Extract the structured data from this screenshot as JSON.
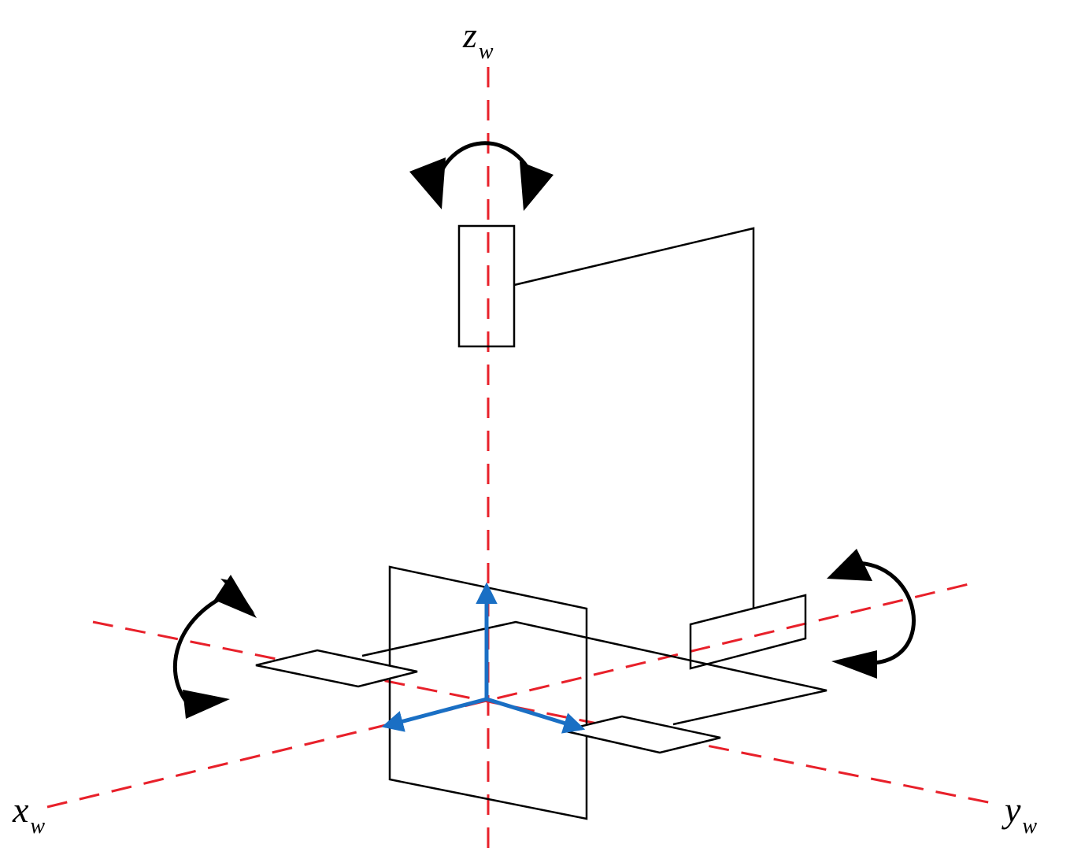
{
  "axes": {
    "x": {
      "main": "x",
      "sub": "w"
    },
    "y": {
      "main": "y",
      "sub": "w"
    },
    "z": {
      "main": "z",
      "sub": "w"
    }
  },
  "colors": {
    "axis_dashed": "#e8202a",
    "frame_arrows": "#1a6fc4",
    "outline": "#000000",
    "background": "#ffffff"
  },
  "icons": {
    "rotation_about_z": "curved-double-arrow-icon",
    "rotation_about_x": "curved-double-arrow-icon",
    "rotation_about_y": "curved-double-arrow-icon"
  }
}
